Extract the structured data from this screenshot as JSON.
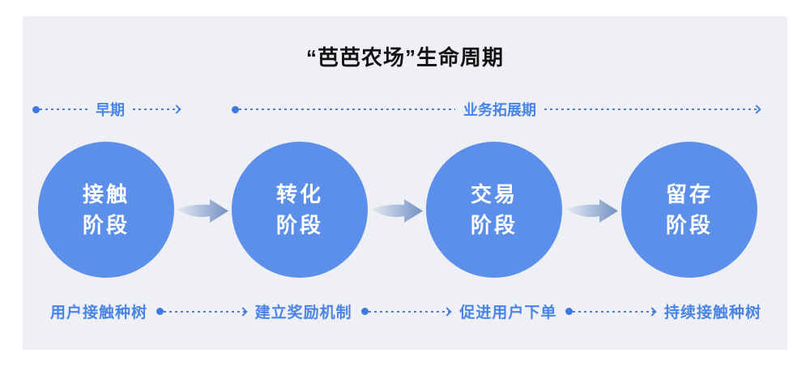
{
  "title": "“芭芭农场”生命周期",
  "timeline": {
    "early_label": "早期",
    "expansion_label": "业务拓展期"
  },
  "stages": [
    {
      "label": "接触\n阶段"
    },
    {
      "label": "转化\n阶段"
    },
    {
      "label": "交易\n阶段"
    },
    {
      "label": "留存\n阶段"
    }
  ],
  "actions": [
    {
      "label": "用户接触种树"
    },
    {
      "label": "建立奖励机制"
    },
    {
      "label": "促进用户下单"
    },
    {
      "label": "持续接触种树"
    }
  ],
  "colors": {
    "panel_bg": "#EEF0F5",
    "circle_blue": "#5B8FE9",
    "label_blue": "#4A85E6",
    "dotted_blue": "#3F78DE",
    "arrow_gradient_start": "#E7EBF3",
    "arrow_gradient_end": "#7390C2",
    "title_color": "#121212"
  }
}
